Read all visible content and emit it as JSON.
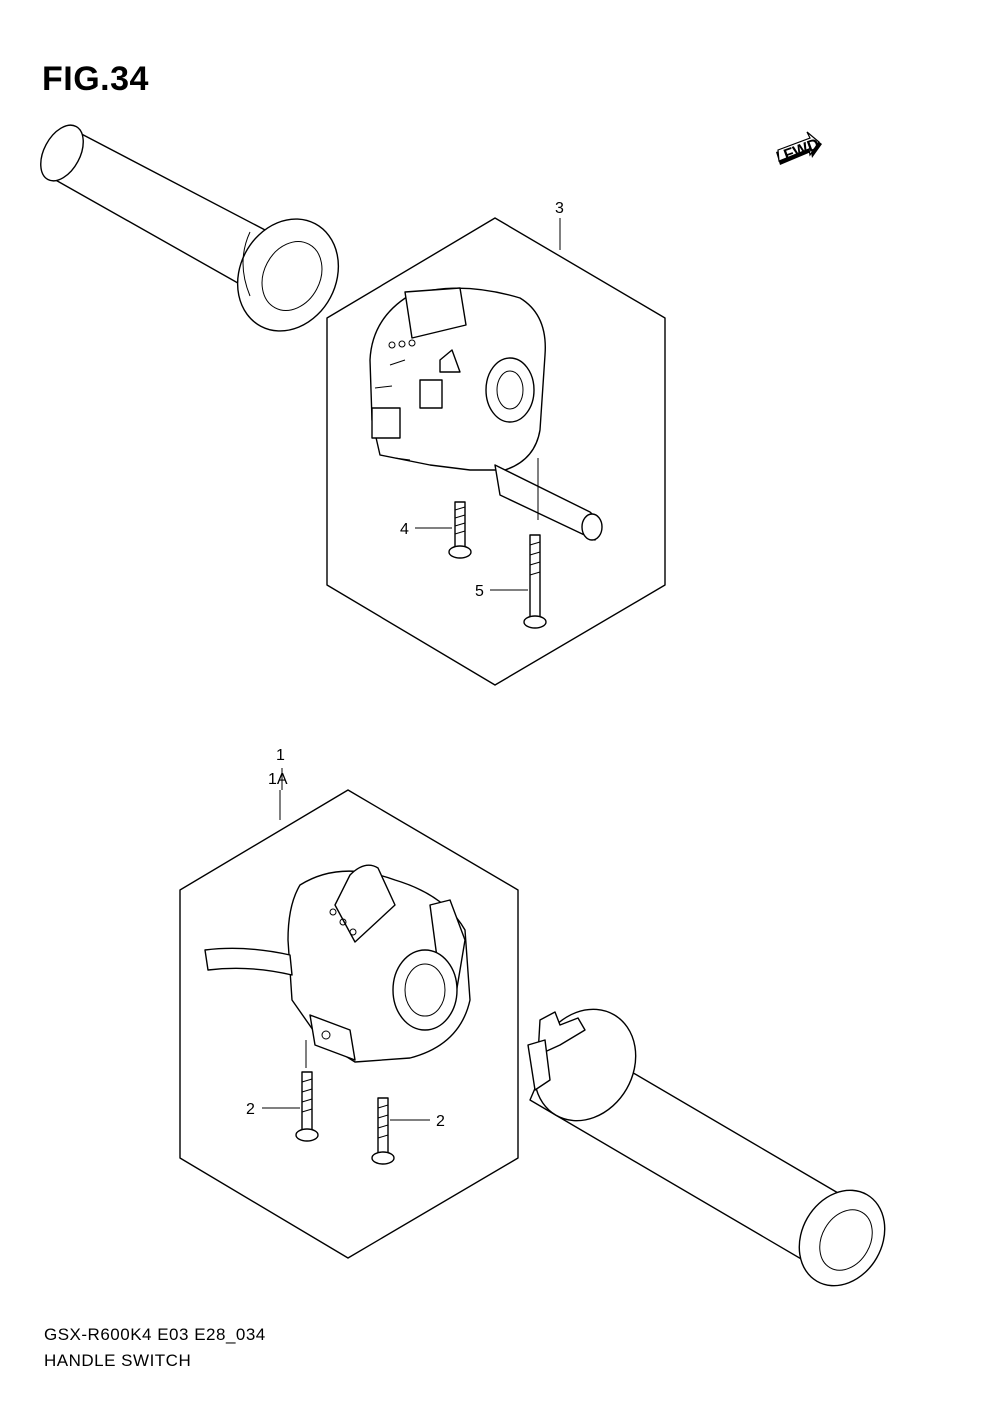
{
  "figure": {
    "title": "FIG.34"
  },
  "direction_badge": {
    "label": "FWD",
    "icon": "fwd-arrow-icon"
  },
  "callouts": [
    {
      "id": "c3",
      "label": "3"
    },
    {
      "id": "c4",
      "label": "4"
    },
    {
      "id": "c5",
      "label": "5"
    },
    {
      "id": "c1",
      "label": "1"
    },
    {
      "id": "c1a",
      "label": "1A"
    },
    {
      "id": "c2a",
      "label": "2"
    },
    {
      "id": "c2b",
      "label": "2"
    }
  ],
  "footer": {
    "model_code": "GSX-R600K4 E03 E28_034",
    "section_name": "HANDLE SWITCH"
  }
}
